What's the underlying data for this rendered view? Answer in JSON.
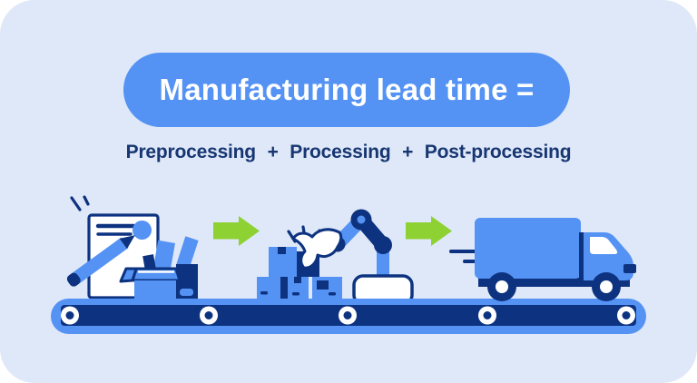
{
  "header": {
    "title": "Manufacturing lead time =",
    "formula": "Preprocessing + Processing + Post-processing"
  },
  "colors": {
    "card_bg": "#dfe8f8",
    "blue": "#5492f4",
    "navy": "#0d3380",
    "text_navy": "#173672",
    "green": "#8ed133",
    "white": "#ffffff"
  },
  "illustration": {
    "stages": [
      {
        "name": "preprocessing",
        "icons": [
          "document-icon",
          "pencil-icon",
          "open-box-icon",
          "sparkle-icon"
        ]
      },
      {
        "name": "processing",
        "icons": [
          "parcel-stack-icon",
          "robot-arm-icon",
          "sparkle-icon"
        ]
      },
      {
        "name": "post-processing",
        "icons": [
          "delivery-truck-icon",
          "speed-lines-icon"
        ]
      }
    ],
    "connector_icon": "arrow-right-icon",
    "belt_rollers": 5
  }
}
